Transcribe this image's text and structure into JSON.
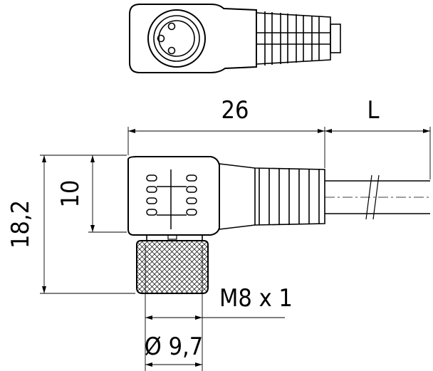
{
  "dimensions": {
    "angle_length": "26",
    "cable_length": "L",
    "overall_height": "18,2",
    "body_height": "10",
    "thread": "M8 x 1",
    "nut_diameter": "Ø 9,7"
  }
}
